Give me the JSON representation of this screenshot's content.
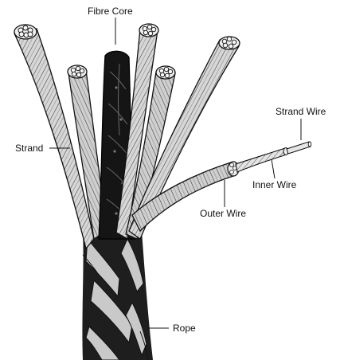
{
  "diagram": {
    "labels": {
      "fibre_core": "Fibre Core",
      "strand": "Strand",
      "strand_wire": "Strand Wire",
      "inner_wire": "Inner Wire",
      "outer_wire": "Outer Wire",
      "rope": "Rope"
    }
  }
}
